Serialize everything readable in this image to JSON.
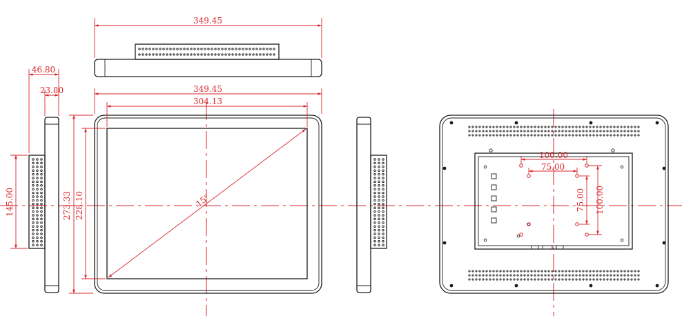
{
  "colors": {
    "outline": "#1a1a1a",
    "dimension": "#d9262b",
    "background": "#ffffff"
  },
  "dimensions": {
    "top_overall_width": "349.45",
    "front_overall_width": "349.45",
    "front_screen_width": "304.13",
    "diagonal": "15\"",
    "overall_height": "273.33",
    "screen_height": "228.10",
    "side_total_depth": "46.80",
    "side_bezel_depth": "23.80",
    "side_box_height": "145.00",
    "vesa_outer_width": "100.00",
    "vesa_inner_width": "75.00",
    "vesa_inner_height": "75.00",
    "vesa_outer_height": "100.00"
  }
}
